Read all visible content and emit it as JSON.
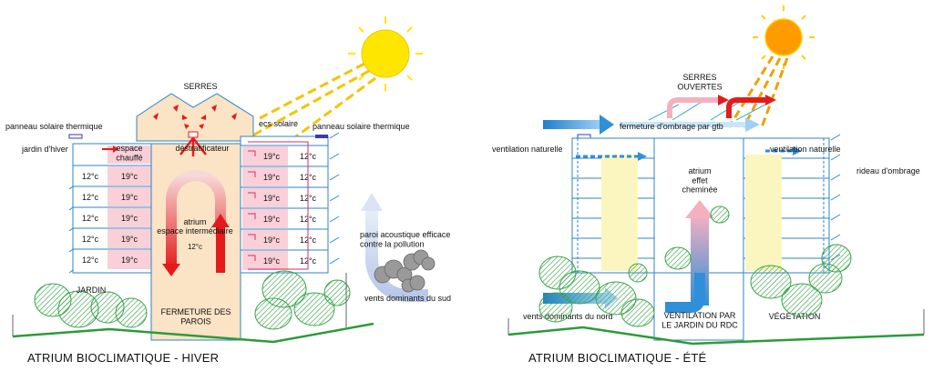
{
  "winter": {
    "caption": "ATRIUM  BIOCLIMATIQUE - HIVER",
    "labels": {
      "serres": "SERRES",
      "panneau_left": "panneau solaire thermique",
      "panneau_right": "panneau solaire thermique",
      "ecs": "ecs solaire",
      "jardin_hiver": "jardin d'hiver",
      "espace_chauffe": "espace\nchauffé",
      "destratificateur": "déstratificateur",
      "atrium": "atrium",
      "espace_intermediaire": "espace intermédiaire",
      "atrium_temp": "12°c",
      "paroi": "paroi acoustique efficace\ncontre la pollution",
      "vents": "vents dominants du sud",
      "jardin": "JARDIN",
      "fermeture": "FERMETURE DES\nPAROIS"
    },
    "floors_left": [
      {
        "outer": "12°c",
        "inner": "19°c"
      },
      {
        "outer": "12°c",
        "inner": "19°c"
      },
      {
        "outer": "12°c",
        "inner": "19°c"
      },
      {
        "outer": "12°c",
        "inner": "19°c"
      },
      {
        "outer": "12°c",
        "inner": "19°c"
      }
    ],
    "floors_right": [
      {
        "inner": "19°c",
        "outer": "12°c"
      },
      {
        "inner": "19°c",
        "outer": "12°c"
      },
      {
        "inner": "19°c",
        "outer": "12°c"
      },
      {
        "inner": "19°c",
        "outer": "12°c"
      },
      {
        "inner": "19°c",
        "outer": "12°c"
      },
      {
        "inner": "19°c",
        "outer": "12°c"
      }
    ]
  },
  "summer": {
    "caption": "ATRIUM  BIOCLIMATIQUE - ÉTÉ",
    "labels": {
      "serres": "SERRES\nOUVERTES",
      "fermeture_ombrage": "fermeture d'ombrage par gtb",
      "ventilation_left": "ventilation naturelle",
      "ventilation_right": "ventilation naturelle",
      "rideau": "rideau d'ombrage",
      "atrium": "atrium\neffet\ncheminée",
      "vents": "vents dominants du nord",
      "ventilation_jardin": "VENTILATION PAR\nLE JARDIN DU RDC",
      "vegetation": "VÉGETATION"
    }
  },
  "colors": {
    "sun": "#ffe600",
    "sun_summer": "#ff9a00",
    "beam": "#f5c400",
    "beam_summer": "#f0a000",
    "warm_arrow": "#e41b1b",
    "pink_room": "#f9cfd8",
    "atrium_fill": "#fbe3c5",
    "yellow_room": "#fbf6bf",
    "blue_arrow": "#2f8fd8",
    "tree": "#39a34a",
    "ground": "#2c9a3a",
    "cloud": "#8a8a8a"
  }
}
